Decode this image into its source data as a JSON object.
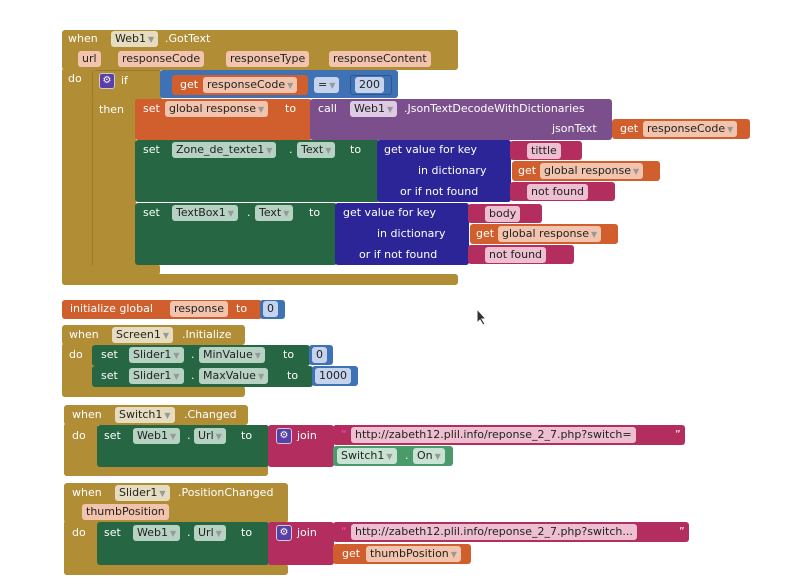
{
  "got_text": {
    "when": "when",
    "component": "Web1",
    "event": ".GotText",
    "params": [
      "url",
      "responseCode",
      "responseType",
      "responseContent"
    ],
    "do": "do",
    "if": "if",
    "then": "then",
    "cond": {
      "get": "get",
      "var": "responseCode",
      "op": "=",
      "value": "200"
    },
    "set_global": {
      "set": "set",
      "var": "global response",
      "to": "to",
      "call": "call",
      "component": "Web1",
      "method": ".JsonTextDecodeWithDictionaries",
      "arg": "jsonText",
      "get": "get",
      "get_var": "responseCode"
    },
    "set_zone": {
      "set": "set",
      "component": "Zone_de_texte1",
      "dot": ".",
      "prop": "Text",
      "to": "to",
      "gvk": "get value for key",
      "key": "tittle",
      "in_dict": "in dictionary",
      "get": "get",
      "dict_var": "global response",
      "or_not": "or if not found",
      "default": "not found"
    },
    "set_textbox": {
      "set": "set",
      "component": "TextBox1",
      "dot": ".",
      "prop": "Text",
      "to": "to",
      "gvk": "get value for key",
      "key": "body",
      "in_dict": "in dictionary",
      "get": "get",
      "dict_var": "global response",
      "or_not": "or if not found",
      "default": "not found"
    }
  },
  "init_global": {
    "label": "initialize global",
    "name": "response",
    "to": "to",
    "value": "0"
  },
  "screen_init": {
    "when": "when",
    "component": "Screen1",
    "event": ".Initialize",
    "do": "do",
    "set": "set",
    "slider": "Slider1",
    "dot": ".",
    "min": "MinValue",
    "max": "MaxValue",
    "to": "to",
    "min_val": "0",
    "max_val": "1000"
  },
  "switch_changed": {
    "when": "when",
    "component": "Switch1",
    "event": ".Changed",
    "do": "do",
    "set": "set",
    "web": "Web1",
    "dot": ".",
    "prop": "Url",
    "to": "to",
    "join": "join",
    "url": "http://zabeth12.plil.info/reponse_2_7.php?switch=",
    "sw": "Switch1",
    "on": "On",
    "q": "“",
    "q2": "”"
  },
  "slider_changed": {
    "when": "when",
    "component": "Slider1",
    "event": ".PositionChanged",
    "param": "thumbPosition",
    "do": "do",
    "set": "set",
    "web": "Web1",
    "dot": ".",
    "prop": "Url",
    "to": "to",
    "join": "join",
    "url": "http://zabeth12.plil.info/reponse_2_7.php?switch...",
    "get": "get",
    "var": "thumbPosition",
    "q": "“",
    "q2": "”"
  }
}
